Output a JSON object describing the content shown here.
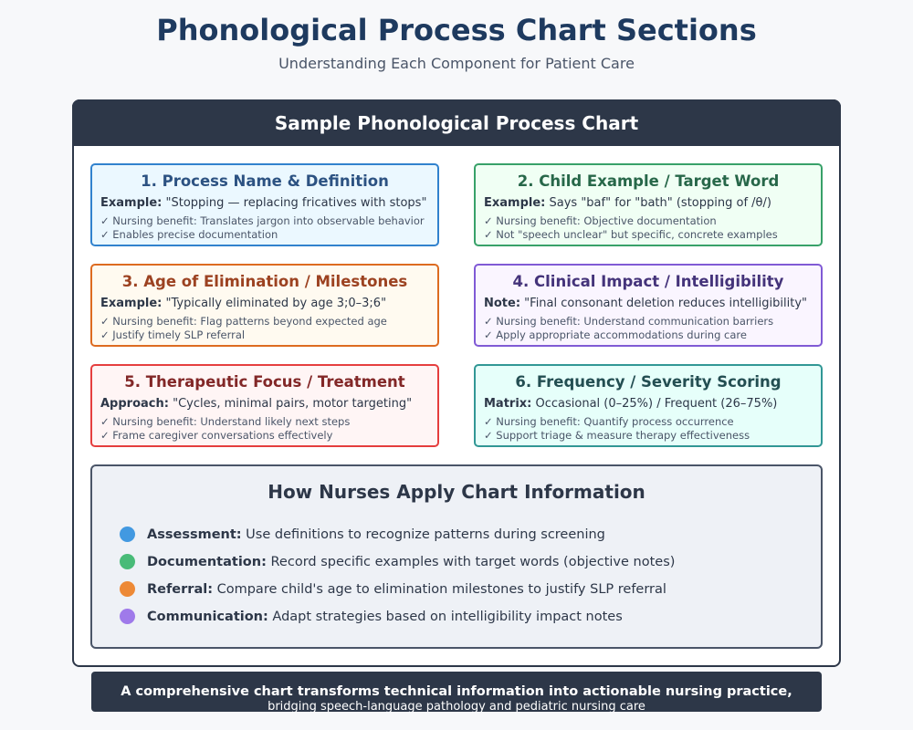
{
  "title": "Phonological Process Chart Sections",
  "subtitle": "Understanding Each Component for Patient Care",
  "chart_header": "Sample Phonological Process Chart",
  "colors": {
    "dark": "#2d3748",
    "blue": "#4299e1",
    "green": "#48bb78",
    "orange": "#ed8936",
    "purple": "#9f7aea"
  },
  "cards": [
    {
      "title": "1. Process Name & Definition",
      "label": "Example:",
      "text": " \"Stopping — replacing fricatives with stops\"",
      "bullet1": "✓ Nursing benefit: Translates jargon into observable behavior",
      "bullet2": "✓ Enables precise documentation"
    },
    {
      "title": "2. Child Example / Target Word",
      "label": "Example:",
      "text": " Says \"baf\" for \"bath\" (stopping of /θ/)",
      "bullet1": "✓ Nursing benefit: Objective documentation",
      "bullet2": "✓ Not \"speech unclear\" but specific, concrete examples"
    },
    {
      "title": "3. Age of Elimination / Milestones",
      "label": "Example:",
      "text": " \"Typically eliminated by age 3;0–3;6\"",
      "bullet1": "✓ Nursing benefit: Flag patterns beyond expected age",
      "bullet2": "✓ Justify timely SLP referral"
    },
    {
      "title": "4. Clinical Impact / Intelligibility",
      "label": "Note:",
      "text": " \"Final consonant deletion reduces intelligibility\"",
      "bullet1": "✓ Nursing benefit: Understand communication barriers",
      "bullet2": "✓ Apply appropriate accommodations during care"
    },
    {
      "title": "5. Therapeutic Focus / Treatment",
      "label": "Approach:",
      "text": " \"Cycles, minimal pairs, motor targeting\"",
      "bullet1": "✓ Nursing benefit: Understand likely next steps",
      "bullet2": "✓ Frame caregiver conversations effectively"
    },
    {
      "title": "6. Frequency / Severity Scoring",
      "label": "Matrix:",
      "text": " Occasional (0–25%) / Frequent (26–75%)",
      "bullet1": "✓ Nursing benefit: Quantify process occurrence",
      "bullet2": "✓ Support triage & measure therapy effectiveness"
    }
  ],
  "apply": {
    "title": "How Nurses Apply Chart Information",
    "items": [
      {
        "label": "Assessment:",
        "text": " Use definitions to recognize patterns during screening"
      },
      {
        "label": "Documentation:",
        "text": " Record specific examples with target words (objective notes)"
      },
      {
        "label": "Referral:",
        "text": " Compare child's age to elimination milestones to justify SLP referral"
      },
      {
        "label": "Communication:",
        "text": " Adapt strategies based on intelligibility impact notes"
      }
    ]
  },
  "footer": {
    "line1": "A comprehensive chart transforms technical information into actionable nursing practice,",
    "line2": "bridging speech-language pathology and pediatric nursing care"
  }
}
